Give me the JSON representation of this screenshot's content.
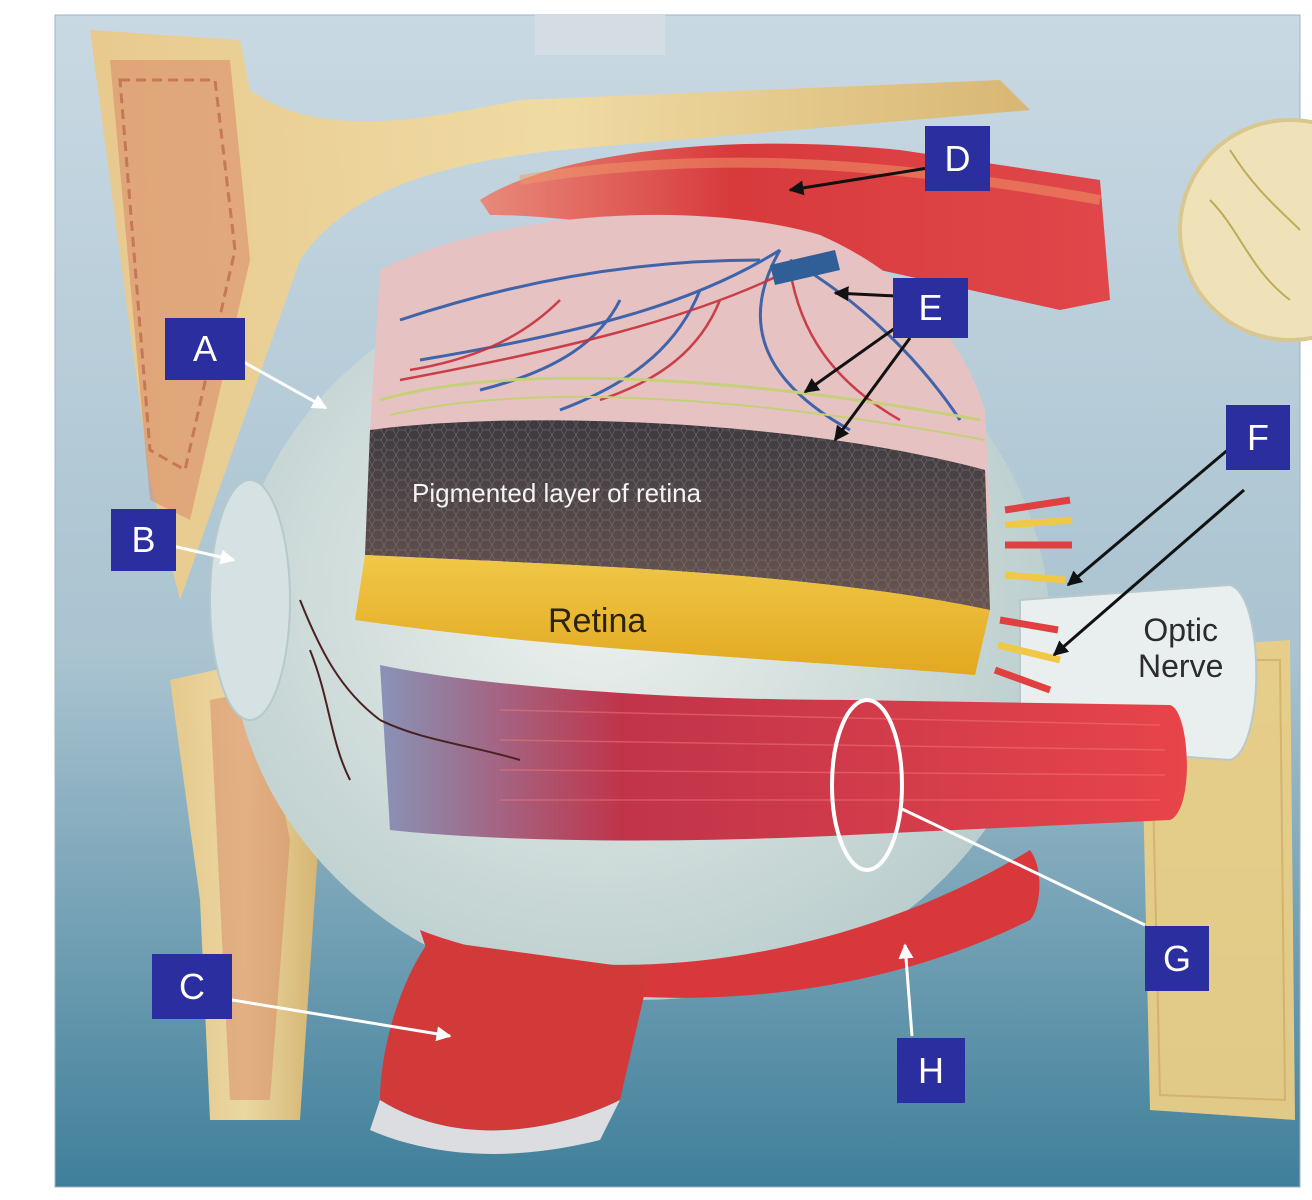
{
  "photo": {
    "subject_icon": "eye-model-photo"
  },
  "captions": {
    "pigmented": "Pigmented layer of retina",
    "retina": "Retina",
    "optic_nerve": "Optic\nNerve"
  },
  "labels": {
    "a": "A",
    "b": "B",
    "c": "C",
    "d": "D",
    "e": "E",
    "f": "F",
    "g": "G",
    "h": "H"
  },
  "colors": {
    "label_box": "#2b2e9e",
    "label_text": "#ffffff",
    "arrow_black": "#111111",
    "arrow_white": "#ffffff"
  }
}
